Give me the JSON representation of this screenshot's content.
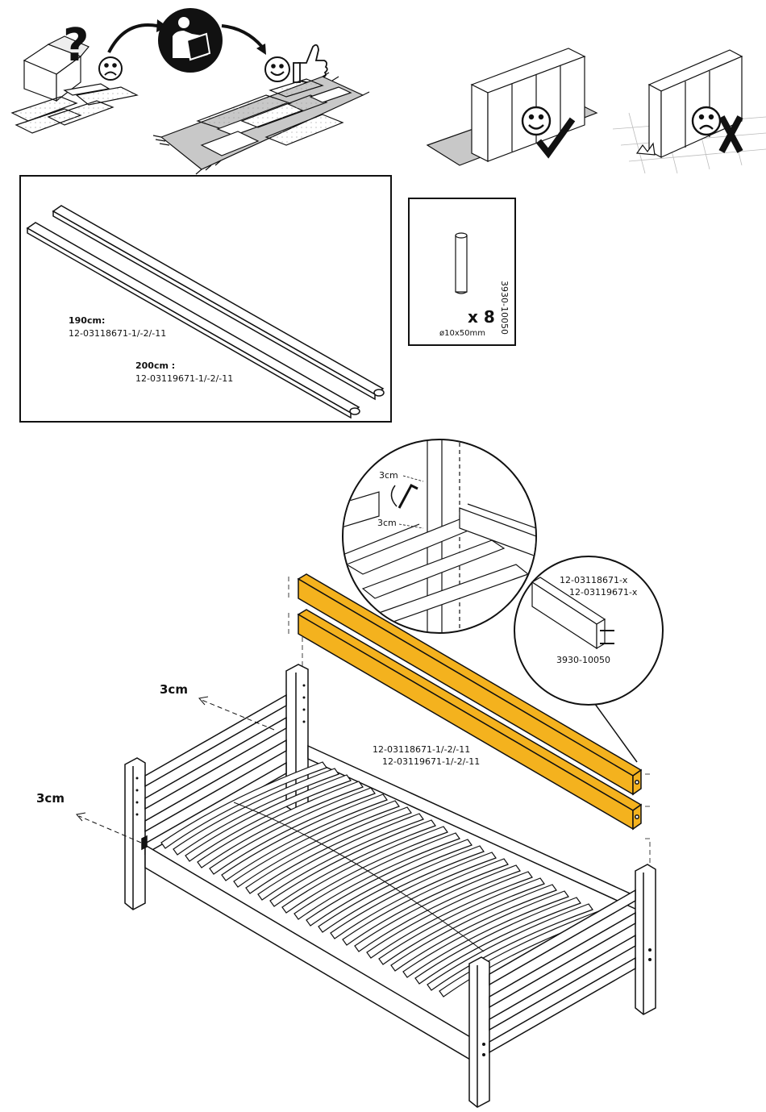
{
  "parts_box": {
    "length_190": "190cm:",
    "part_190": "12-03118671-1/-2/-11",
    "length_200": "200cm :",
    "part_200": "12-03119671-1/-2/-11"
  },
  "dowel_box": {
    "quantity": "x 8",
    "size": "ø10x50mm",
    "part_number": "3930-10050"
  },
  "zoom_top": {
    "offset_top": "3cm",
    "offset_bottom": "3cm"
  },
  "zoom_right": {
    "part_a": "12-03118671-x",
    "part_b": "12-03119671-x",
    "dowel_part": "3930-10050"
  },
  "assembly": {
    "offset_head": "3cm",
    "offset_foot": "3cm",
    "rail_part_a": "12-03118671-1/-2/-11",
    "rail_part_b": "12-03119671-1/-2/-11"
  },
  "colors": {
    "highlight_rail": "#F4B21E",
    "outline": "#111111",
    "rug": "#c8c8c8"
  }
}
